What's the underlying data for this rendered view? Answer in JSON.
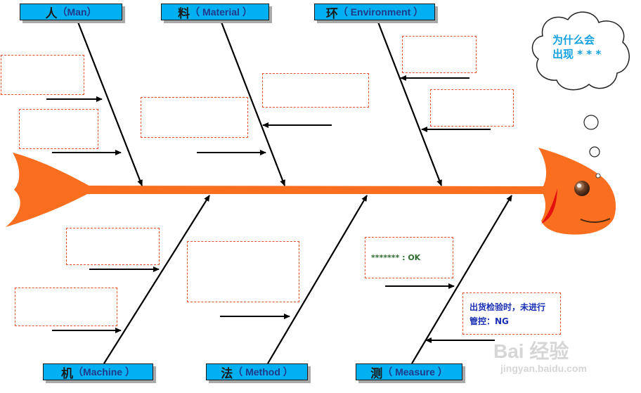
{
  "categories": {
    "man": {
      "cn": "人",
      "en": "（Man）"
    },
    "material": {
      "cn": "料",
      "en": "（ Material ）"
    },
    "environment": {
      "cn": "环",
      "en": "（ Environment ）"
    },
    "machine": {
      "cn": "机",
      "en": "（Machine ）"
    },
    "method": {
      "cn": "法",
      "en": "（ Method ）"
    },
    "measure": {
      "cn": "测",
      "en": "（ Measure ）"
    }
  },
  "notes": {
    "ok_note": "******* : OK",
    "ng_note_line1": "出货检验时，未进行",
    "ng_note_line2": "管控：",
    "ng_note_status": "NG"
  },
  "thought": "为什么会\n出现 * * *",
  "watermark": {
    "logo": "Bai  经验",
    "url": "jingyan.baidu.com"
  },
  "colors": {
    "fish": "#f96e1f",
    "fish_dark": "#e0561a",
    "category_box": "#00b0f0",
    "dashed_border": "#e2502c",
    "ok_text": "#2f6d2f",
    "ng_text": "#1b2fb5",
    "cloud_text": "#12a0e0"
  }
}
